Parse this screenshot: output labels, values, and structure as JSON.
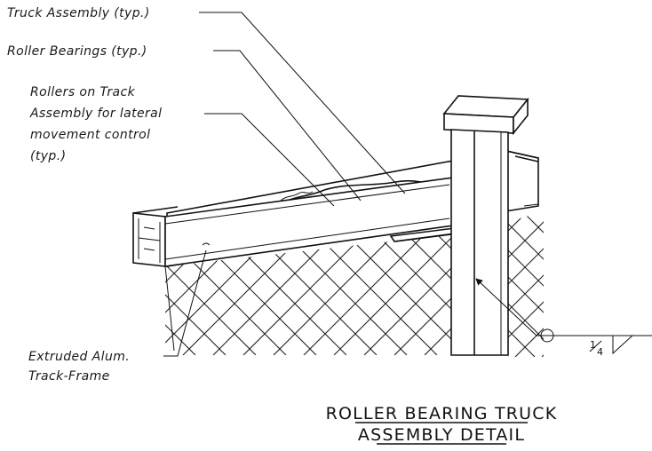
{
  "callouts": {
    "truck_assembly": "Truck Assembly (typ.)",
    "roller_bearings": "Roller Bearings (typ.)",
    "rollers_line1": "Rollers on Track",
    "rollers_line2": "Assembly for lateral",
    "rollers_line3": "movement control",
    "rollers_line4": "(typ.)",
    "extruded_line1": "Extruded Alum.",
    "extruded_line2": "Track-Frame"
  },
  "weld_symbol": {
    "size_num": "1",
    "size_den": "4"
  },
  "title": {
    "line1": "ROLLER BEARING TRUCK",
    "line2": "ASSEMBLY DETAIL"
  }
}
